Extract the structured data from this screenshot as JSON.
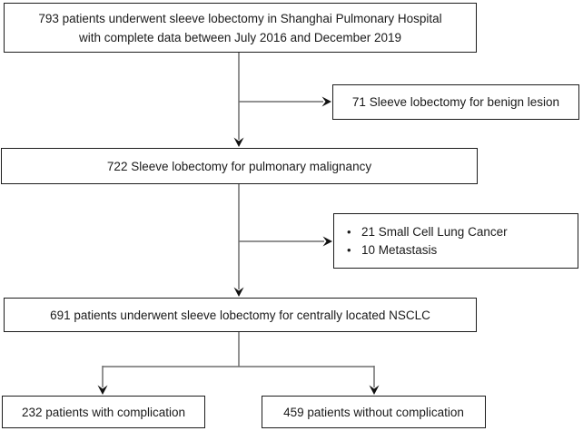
{
  "diagram": {
    "top_box": {
      "line1": "793 patients underwent sleeve lobectomy in Shanghai Pulmonary Hospital",
      "line2": "with complete data between July 2016 and December 2019"
    },
    "benign_box": {
      "text": "71 Sleeve lobectomy for benign lesion"
    },
    "malignancy_box": {
      "text": "722 Sleeve lobectomy for pulmonary malignancy"
    },
    "exclusion_box": {
      "bullet": "•",
      "items": [
        "21 Small Cell Lung Cancer",
        "10 Metastasis"
      ]
    },
    "nsclc_box": {
      "text": "691 patients underwent sleeve lobectomy for centrally located NSCLC"
    },
    "complication_box": {
      "text": "232 patients with complication"
    },
    "no_complication_box": {
      "text": "459 patients without complication"
    },
    "colors": {
      "background": "#ffffff",
      "box_border": "#1c1c1c",
      "text": "#1a1a1a",
      "connector_line": "#6e6e6e",
      "arrowhead": "#111111"
    }
  }
}
